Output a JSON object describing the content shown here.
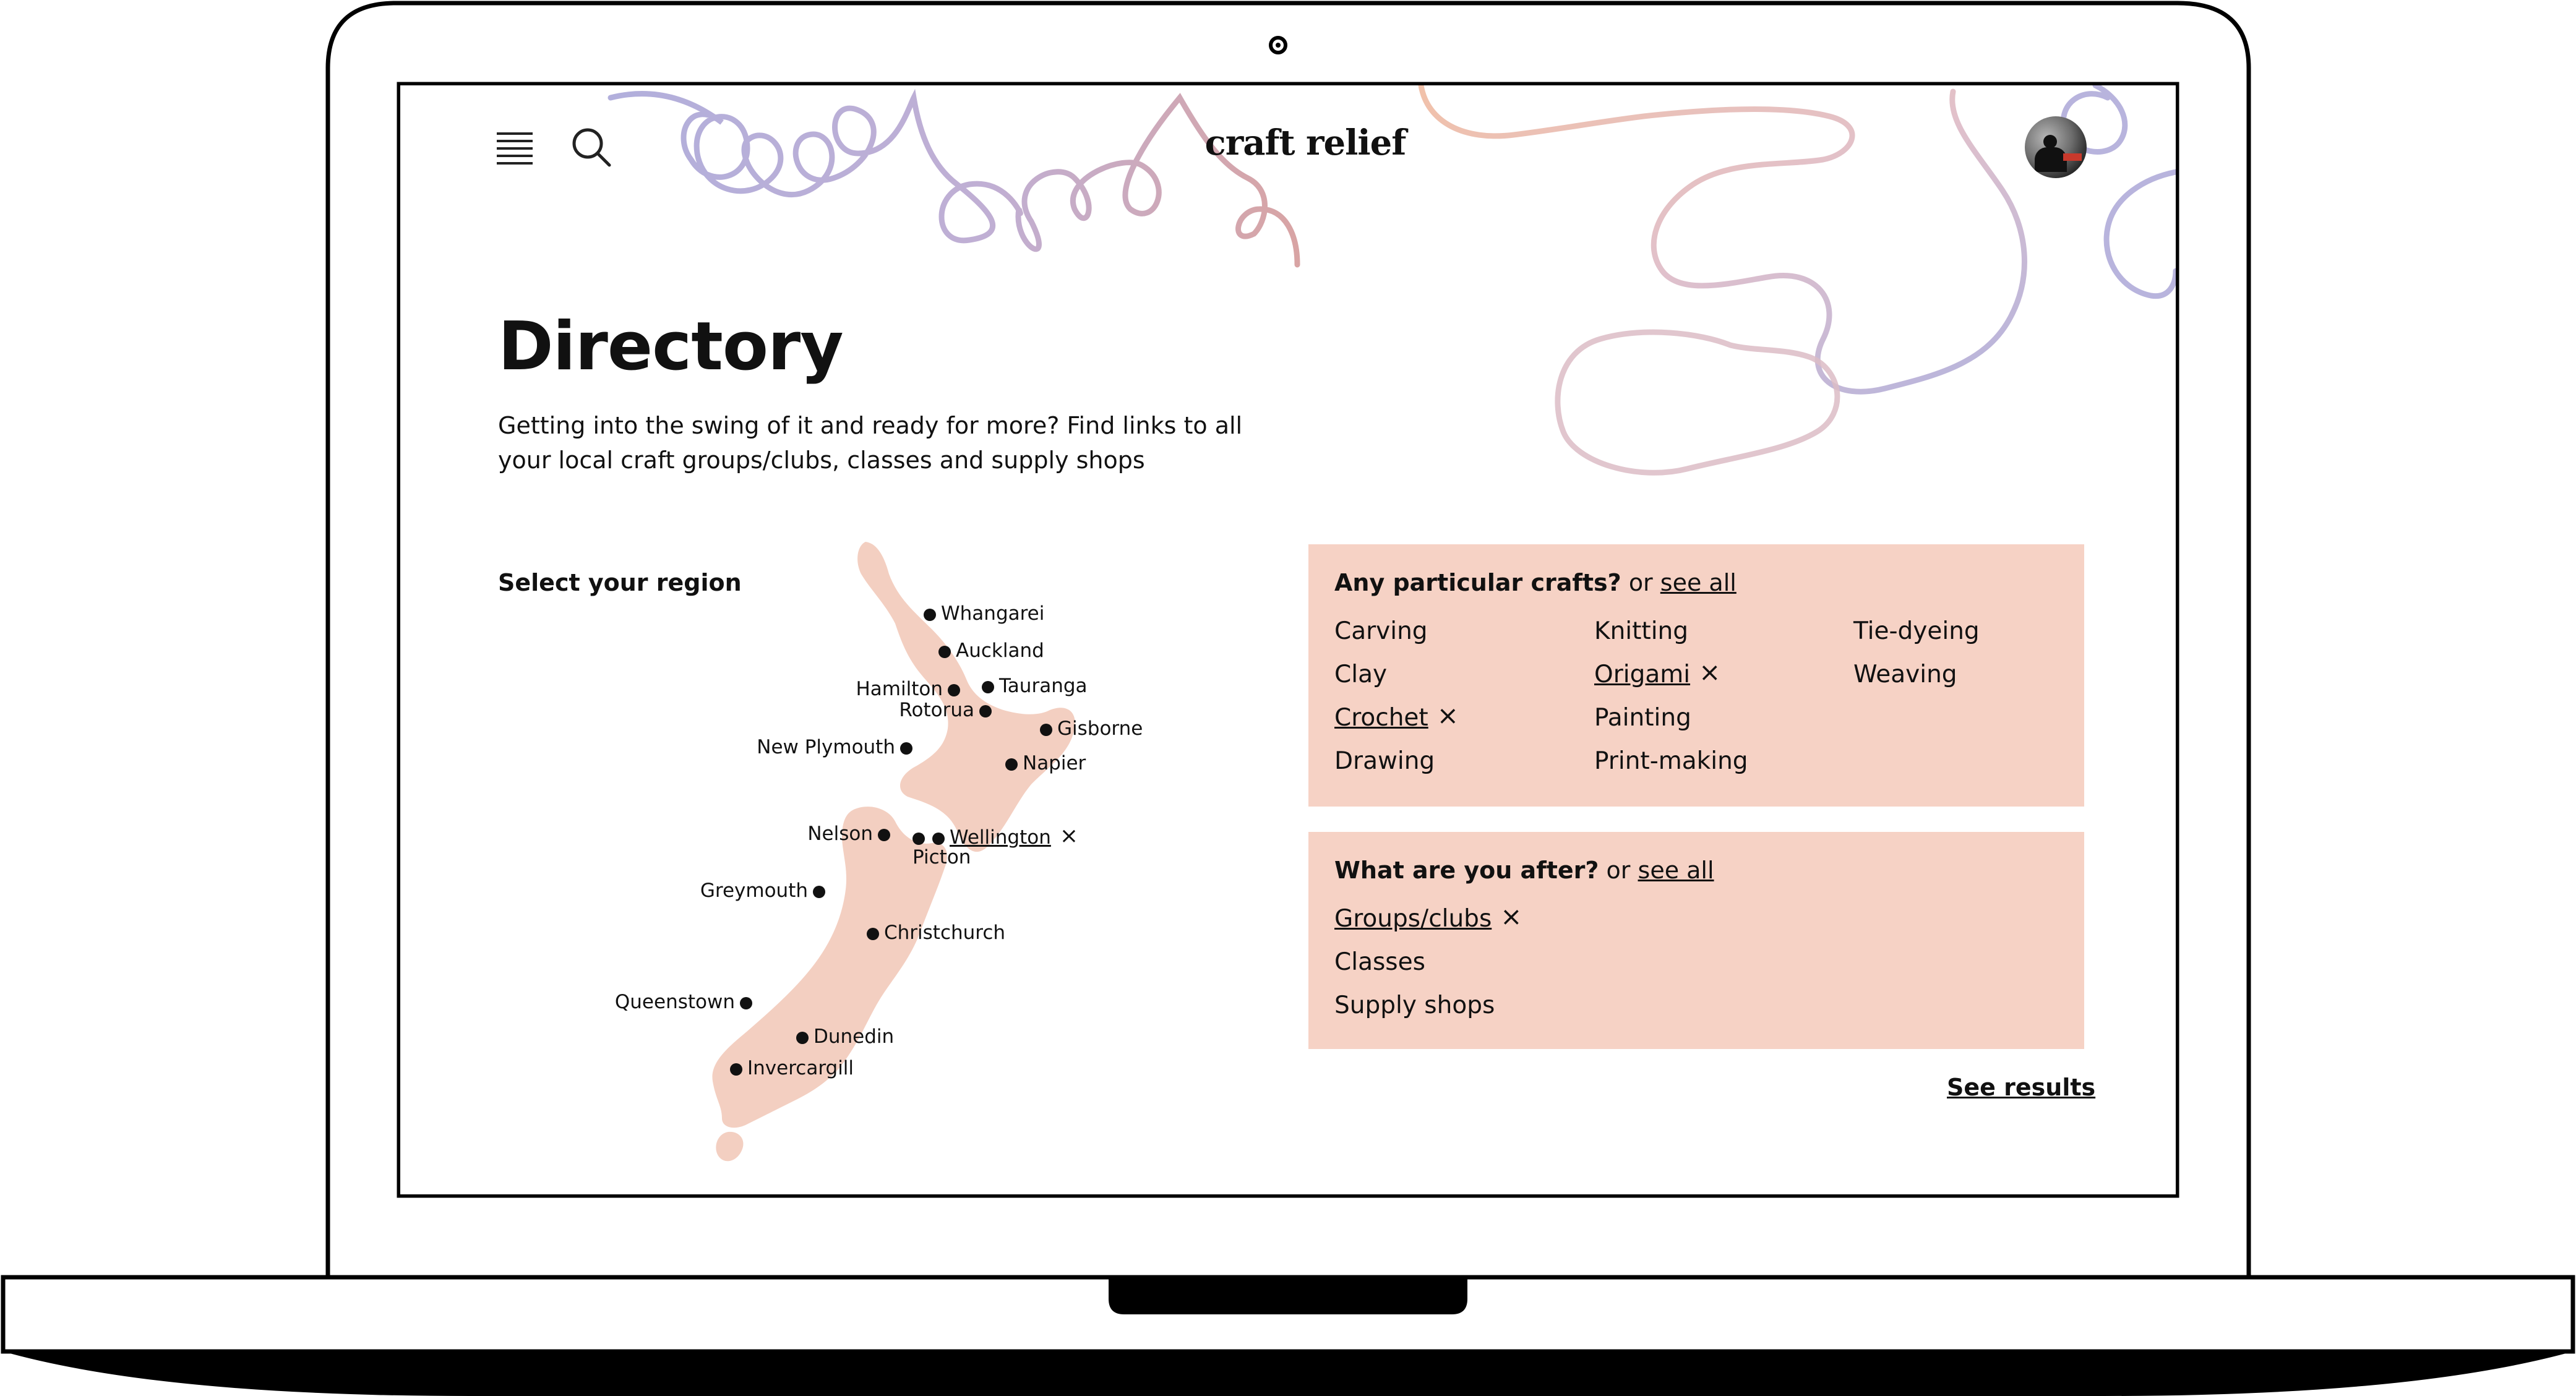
{
  "header": {
    "logo": "craft relief",
    "menu_icon": "hamburger-menu-icon",
    "search_icon": "search-icon",
    "avatar": "user-avatar"
  },
  "main": {
    "title": "Directory",
    "intro": "Getting into the swing of it and ready for more? Find links to all your local craft groups/clubs, classes and supply shops",
    "region_title": "Select your region",
    "cities": [
      {
        "name": "Whangarei",
        "selected": false
      },
      {
        "name": "Auckland",
        "selected": false
      },
      {
        "name": "Hamilton",
        "selected": false
      },
      {
        "name": "Tauranga",
        "selected": false
      },
      {
        "name": "Rotorua",
        "selected": false
      },
      {
        "name": "Gisborne",
        "selected": false
      },
      {
        "name": "New Plymouth",
        "selected": false
      },
      {
        "name": "Napier",
        "selected": false
      },
      {
        "name": "Nelson",
        "selected": false
      },
      {
        "name": "Wellington",
        "selected": true
      },
      {
        "name": "Picton",
        "selected": false
      },
      {
        "name": "Greymouth",
        "selected": false
      },
      {
        "name": "Christchurch",
        "selected": false
      },
      {
        "name": "Queenstown",
        "selected": false
      },
      {
        "name": "Dunedin",
        "selected": false
      },
      {
        "name": "Invercargill",
        "selected": false
      }
    ],
    "crafts_panel": {
      "question": "Any particular crafts?",
      "or": "or",
      "see_all": "see all",
      "options": [
        {
          "label": "Carving",
          "selected": false
        },
        {
          "label": "Clay",
          "selected": false
        },
        {
          "label": "Crochet",
          "selected": true
        },
        {
          "label": "Drawing",
          "selected": false
        },
        {
          "label": "Knitting",
          "selected": false
        },
        {
          "label": "Origami",
          "selected": true
        },
        {
          "label": "Painting",
          "selected": false
        },
        {
          "label": "Print-making",
          "selected": false
        },
        {
          "label": "Tie-dyeing",
          "selected": false
        },
        {
          "label": "Weaving",
          "selected": false
        }
      ]
    },
    "type_panel": {
      "question": "What are you after?",
      "or": "or",
      "see_all": "see all",
      "options": [
        {
          "label": "Groups/clubs",
          "selected": true
        },
        {
          "label": "Classes",
          "selected": false
        },
        {
          "label": "Supply shops",
          "selected": false
        }
      ]
    },
    "remove_symbol": "×",
    "see_results": "See results"
  },
  "colors": {
    "panel_bg": "#f6d2c5",
    "map_fill": "#f3cfc1",
    "scribble_violet": "#a9a6d8",
    "scribble_rose": "#cf9aa6",
    "scribble_peach": "#efb69a"
  }
}
